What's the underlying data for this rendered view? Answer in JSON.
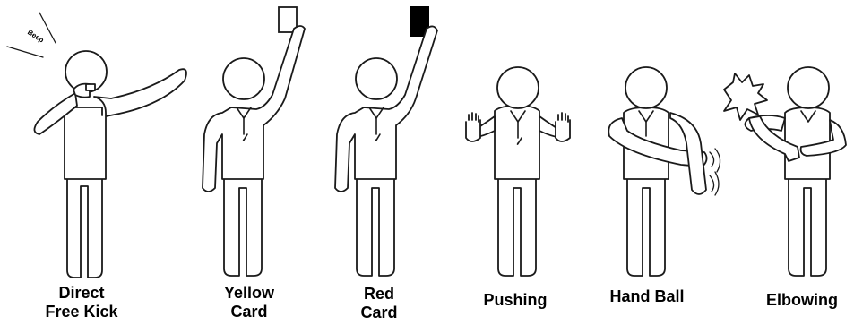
{
  "signals": [
    {
      "name": "direct-free-kick",
      "lines": [
        "Direct",
        "Free Kick"
      ]
    },
    {
      "name": "yellow-card",
      "lines": [
        "Yellow",
        "Card"
      ]
    },
    {
      "name": "red-card",
      "lines": [
        "Red",
        "Card"
      ]
    },
    {
      "name": "pushing",
      "lines": [
        "Pushing"
      ]
    },
    {
      "name": "hand-ball",
      "lines": [
        "Hand Ball"
      ]
    },
    {
      "name": "elbowing",
      "lines": [
        "Elbowing"
      ]
    }
  ],
  "beep_text": "Beep",
  "card_colors": {
    "yellow": "#ffffff",
    "red": "#000000"
  }
}
